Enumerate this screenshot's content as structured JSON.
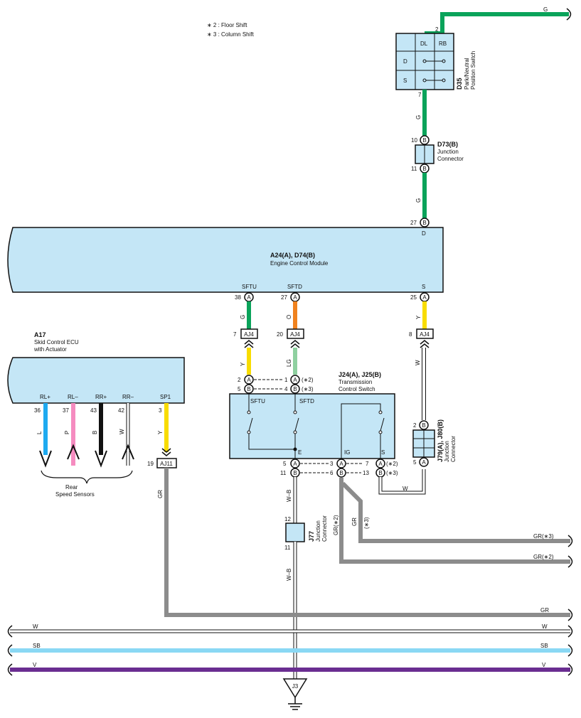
{
  "colors": {
    "G": "#0aa35a",
    "Y": "#f8dc00",
    "O": "#f0821e",
    "LG": "#8fd0a0",
    "L": "#1eaaf0",
    "P": "#f58cc0",
    "B": "#111111",
    "W": "#ffffff",
    "GR": "#8c8c8c",
    "SB": "#8ad8f4",
    "V": "#6a2d91",
    "WB": "#ffffff",
    "box_fill": "#c4e6f6",
    "stroke": "#111111"
  },
  "notes": {
    "n2": "∗ 2 : Floor Shift",
    "n3": "∗ 3 : Column Shift"
  },
  "ecm": {
    "code": "A24(A), D74(B)",
    "name": "Engine Control Module",
    "pins": {
      "d": {
        "label": "D",
        "num": "27",
        "conn": "B"
      },
      "sftu": {
        "label": "SFTU",
        "num": "38",
        "conn": "A"
      },
      "sftd": {
        "label": "SFTD",
        "num": "27",
        "conn": "A"
      },
      "s": {
        "label": "S",
        "num": "25",
        "conn": "A"
      }
    }
  },
  "d35": {
    "code": "D35",
    "name1": "Park/Neutral",
    "name2": "Position Switch",
    "pin_top": "2",
    "pin_bot": "7",
    "col1": "DL",
    "col2": "RB",
    "row1": "D",
    "row2": "S"
  },
  "d73": {
    "code": "D73(B)",
    "name1": "Junction",
    "name2": "Connector",
    "pin_top": "10",
    "pin_bot": "11",
    "conn": "B"
  },
  "aj4": {
    "label": "AJ4",
    "pin_sftu": "7",
    "pin_sftd": "20",
    "pin_s": "8"
  },
  "aj11": {
    "label": "AJ11",
    "pin": "19"
  },
  "skid": {
    "code": "A17",
    "name1": "Skid Control ECU",
    "name2": "with Actuator",
    "pins": [
      "RL+",
      "RL–",
      "RR+",
      "RR–",
      "SP1"
    ],
    "nums": [
      "36",
      "37",
      "43",
      "42",
      "3"
    ]
  },
  "rear": {
    "l1": "Rear",
    "l2": "Speed Sensors"
  },
  "tcs": {
    "code": "J24(A), J25(B)",
    "name1": "Transmission",
    "name2": "Control Switch",
    "in_sftu": "SFTU",
    "in_sftd": "SFTD",
    "in_e": "E",
    "in_ig": "IG",
    "in_s": "S",
    "top_a_num": "2",
    "top_b_num": "5",
    "top_a2_num": "1",
    "top_b2_num": "4",
    "bot_a_num": "5",
    "bot_b_num": "11",
    "ig_a_num": "3",
    "ig_b_num": "6",
    "s_a_num": "7",
    "s_b_num": "13",
    "mark2": "(∗2)",
    "mark3": "(∗3)"
  },
  "j79": {
    "code": "J79(A), J80(B)",
    "name1": "Junction",
    "name2": "Connector",
    "pin_top": "2",
    "pin_bot": "5"
  },
  "j77": {
    "code": "J77",
    "name1": "Junction",
    "name2": "Connector",
    "pin_top": "12",
    "pin_bot": "11"
  },
  "j3": {
    "label": "J3"
  },
  "wires": {
    "g": "G",
    "y": "Y",
    "o": "O",
    "lg": "LG",
    "w": "W",
    "l": "L",
    "p": "P",
    "b": "B",
    "gr": "GR",
    "gr2": "GR(∗2)",
    "gr3": "GR(∗3)",
    "gr_right3": "GR(∗3)",
    "gr_right2": "GR(∗2)",
    "star3": "(∗3)",
    "wb": "W–B",
    "sb": "SB",
    "v": "V"
  },
  "conn": {
    "a": "A",
    "b": "B"
  }
}
